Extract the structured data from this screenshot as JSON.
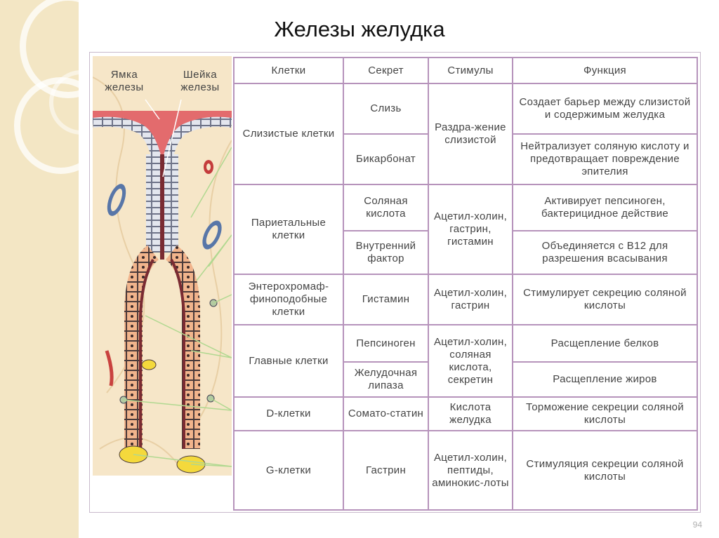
{
  "title": "Железы желудка",
  "page_number": "94",
  "diagram": {
    "label_pit": "Ямка железы",
    "label_neck": "Шейка железы"
  },
  "table": {
    "headers": [
      "Клетки",
      "Секрет",
      "Стимулы",
      "Функция"
    ],
    "cells": {
      "mucous": "Слизистые клетки",
      "parietal": "Париетальные клетки",
      "ecl": "Энтерохромаф-финоподобные клетки",
      "chief": "Главные клетки",
      "d": "D-клетки",
      "g": "G-клетки"
    },
    "secret": {
      "mucus": "Слизь",
      "bicarbonate": "Бикарбонат",
      "hcl": "Соляная кислота",
      "intrinsic": "Внутренний фактор",
      "histamine": "Гистамин",
      "pepsinogen": "Пепсиноген",
      "lipase": "Желудочная липаза",
      "somatostatin": "Сомато-статин",
      "gastrin": "Гастрин"
    },
    "stimuli": {
      "mucous": "Раздра-жение слизистой",
      "parietal": "Ацетил-холин, гастрин, гистамин",
      "ecl": "Ацетил-холин, гастрин",
      "chief": "Ацетил-холин, соляная кислота, секретин",
      "d": "Кислота желудка",
      "g": "Ацетил-холин, пептиды, аминокис-лоты"
    },
    "function": {
      "mucus": "Создает барьер между слизистой и содержимым желудка",
      "bicarbonate": "Нейтрализует соляную кислоту и предотвращает повреждение эпителия",
      "hcl": "Активирует пепсиноген, бактерицидное действие",
      "intrinsic": "Объединяется с В12 для разрешения всасывания",
      "histamine": "Стимулирует секрецию соляной кислоты",
      "pepsinogen": "Расщепление белков",
      "lipase": "Расщепление жиров",
      "somatostatin": "Торможение секреции соляной кислоты",
      "gastrin": "Стимуляция секреции соляной кислоты"
    }
  }
}
